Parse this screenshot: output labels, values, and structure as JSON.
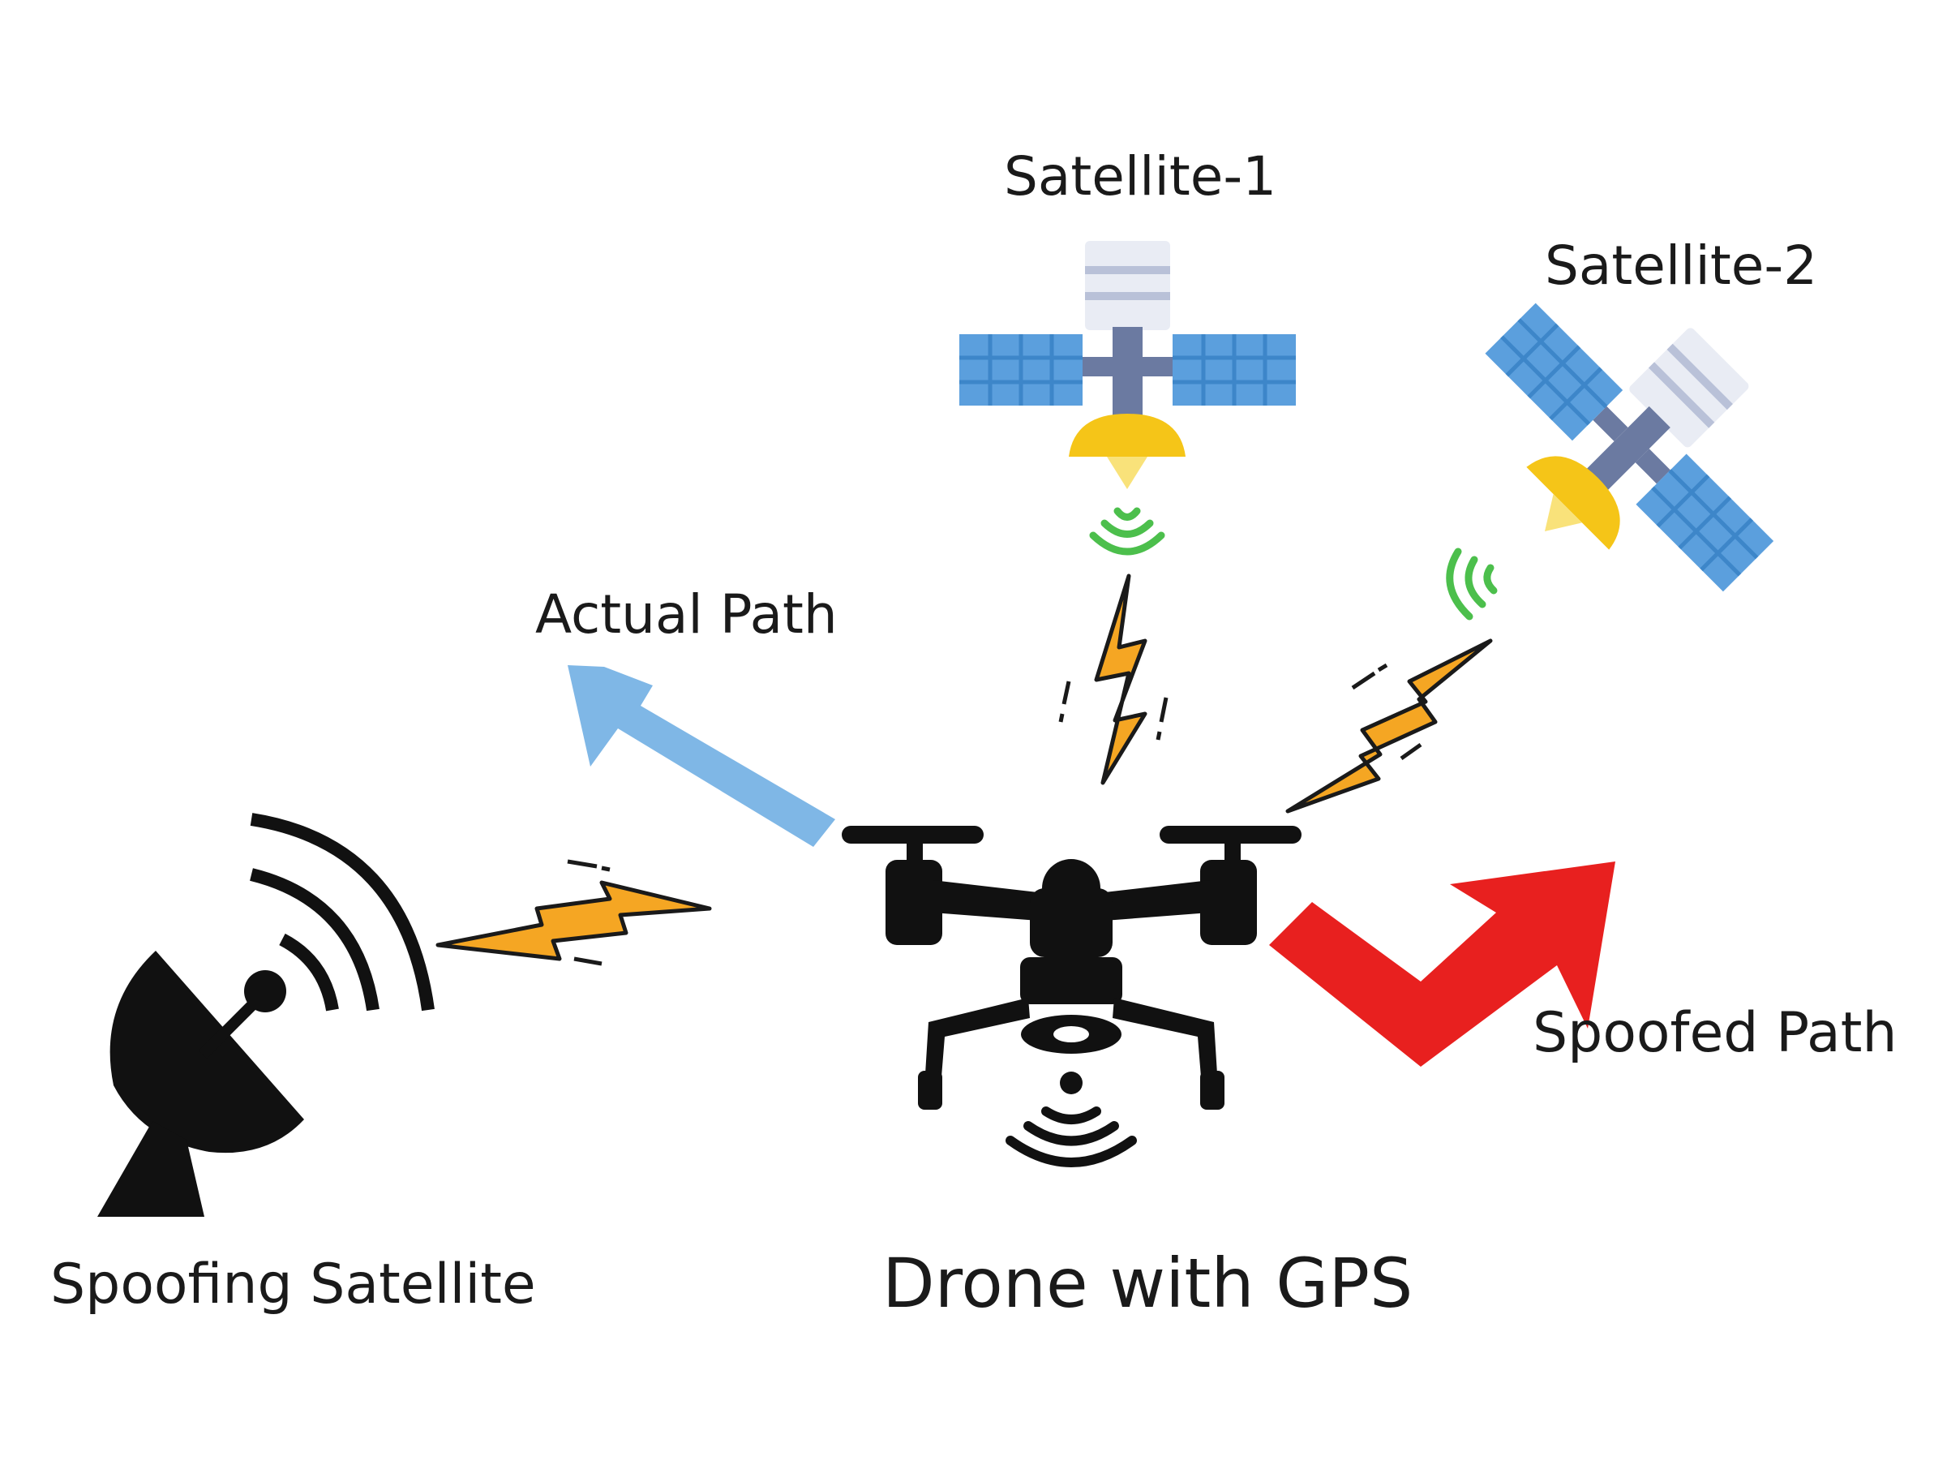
{
  "labels": {
    "satellite_1": "Satellite-1",
    "satellite_2": "Satellite-2",
    "actual_path": "Actual Path",
    "spoofed_path": "Spoofed Path",
    "spoofing_satellite": "Spoofing Satellite",
    "drone": "Drone with GPS"
  },
  "icons": {
    "satellite_1": "satellite-icon",
    "satellite_2": "satellite-icon",
    "spoofer": "satellite-dish-icon",
    "drone": "drone-icon",
    "signal": "lightning-bolt-icon",
    "wifi": "wifi-signal-icon"
  },
  "colors": {
    "actual_path": "#7fb7e6",
    "spoofed_path": "#e8201f",
    "bolt_fill": "#f5a623",
    "bolt_stroke": "#1a1a1a",
    "solar_panel": "#5b9fdd",
    "satellite_body": "#6b7aa1",
    "satellite_dish": "#f5c518",
    "signal_waves": "#4cbf4c",
    "silhouette": "#111111"
  }
}
